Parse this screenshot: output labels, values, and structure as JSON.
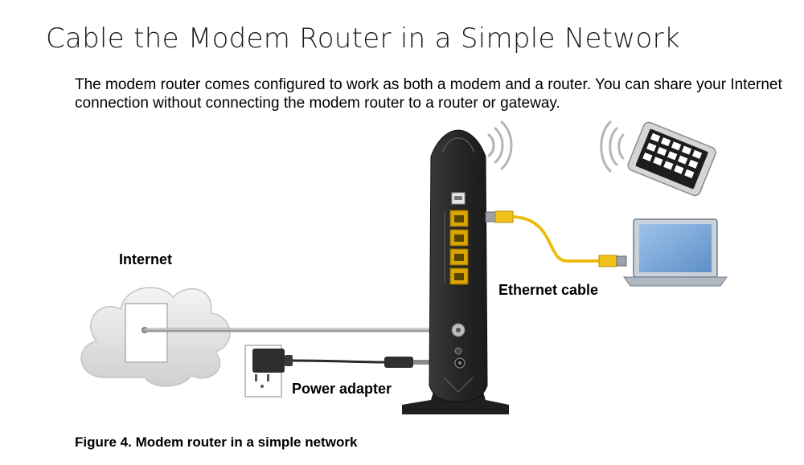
{
  "title": "Cable the Modem Router in a Simple Network",
  "intro": "The modem router comes configured to work as both a modem and a router. You can share your Internet connection without connecting the modem router to a router or gateway.",
  "labels": {
    "internet": "Internet",
    "ethernet_cable": "Ethernet cable",
    "power_adapter": "Power adapter"
  },
  "caption": "Figure 4. Modem router in a simple network",
  "icons": [
    "cloud-icon",
    "wall-jack-icon",
    "power-outlet-icon",
    "power-adapter-icon",
    "modem-router-icon",
    "wifi-waves-icon",
    "tablet-icon",
    "laptop-icon",
    "ethernet-cable-icon"
  ],
  "colors": {
    "ethernet_cable": "#f2c21b",
    "router_body": "#2b2b2b",
    "cloud": "#dcdcdc"
  }
}
